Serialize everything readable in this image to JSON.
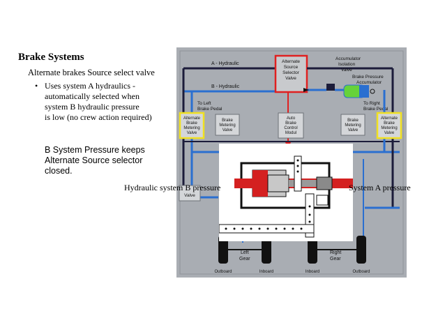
{
  "slide": {
    "title": "Brake Systems",
    "subtitle": "Alternate brakes Source select valve",
    "bullet_marker": "•",
    "bullet_lines": [
      "Uses system A hydraulics -",
      "automatically selected when",
      "system B hydraulic pressure",
      "is low (no crew action required)"
    ],
    "note_lines": [
      "B System Pressure keeps",
      "Alternate Source selector",
      "closed."
    ],
    "label_hydraulic_b": "Hydraulic system B pressure",
    "label_system_a": "System A pressure"
  },
  "diagram": {
    "line_a": "A - Hydraulic",
    "line_b": "B - Hydraulic",
    "selector_valve": [
      "Alternate",
      "Source",
      "Selector",
      "Valve"
    ],
    "isolation_valve": [
      "Accumulator",
      "Isolation",
      "Valve"
    ],
    "accumulator": [
      "Brake Pressure",
      "Accumulator"
    ],
    "left_pedal": [
      "To Left",
      "Brake Pedal"
    ],
    "right_pedal": [
      "To Right",
      "Brake Pedal"
    ],
    "alt_metering_left": [
      "Alternate",
      "Brake",
      "Metering",
      "Valve"
    ],
    "metering_left": [
      "Brake",
      "Metering",
      "Valve"
    ],
    "autobrake": [
      "Auto",
      "Brake",
      "Control",
      "Modul"
    ],
    "metering_right": [
      "Brake",
      "Metering",
      "Valve"
    ],
    "alt_metering_right": [
      "Alternate",
      "Brake",
      "Metering",
      "Valve"
    ],
    "valve_stub": "Valve",
    "left_gear": [
      "Left",
      "Gear"
    ],
    "right_gear": [
      "Right",
      "Gear"
    ],
    "wheels": [
      "Outboard",
      "Inboard",
      "Inboard",
      "Outboard"
    ]
  },
  "colors": {
    "panel_bg": "#a9adb3",
    "pipe_blue": "#2a6fd0",
    "pipe_dark": "#1c1c3a",
    "highlight_red": "#e02020",
    "highlight_yellow": "#f0e020",
    "accumulator_green": "#66d23a"
  }
}
